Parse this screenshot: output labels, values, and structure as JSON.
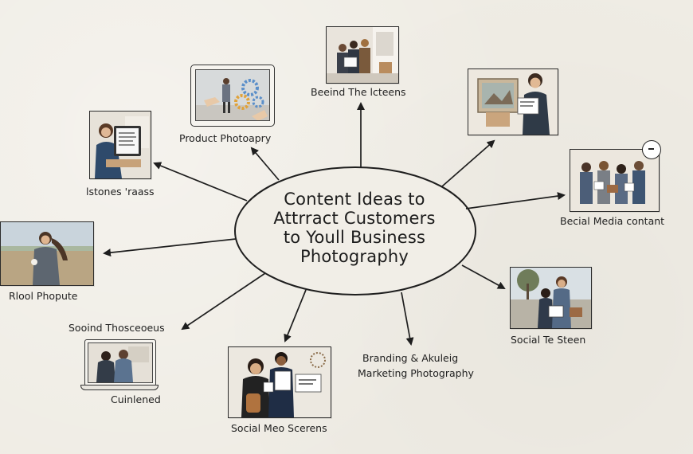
{
  "center": {
    "line1": "Content Ideas to",
    "line2": "Attrract Customers",
    "line3": "to Youll Business",
    "line4": "Photography"
  },
  "nodes": {
    "behind_scenes": "Beeind The  lcteens",
    "product_photo": "Product Photoapry",
    "testimonials": "lstones 'raass",
    "social_media_content": "Becial Media contant",
    "reel_popular": "Rlool Phopute",
    "social_thoseqeus": "Sooind Thosceoeus",
    "cuntened": "Cuinlened",
    "social_meo": "Social Meo Scerens",
    "branding_line1": "Branding & Akuleig",
    "branding_line2": "Marketing Photography",
    "social_steen": "Social Te Steen"
  },
  "colors": {
    "paper": "#efece4",
    "ink": "#1e1e1e",
    "gear_blue": "#5b8fc9",
    "gear_orange": "#e0a23a"
  }
}
